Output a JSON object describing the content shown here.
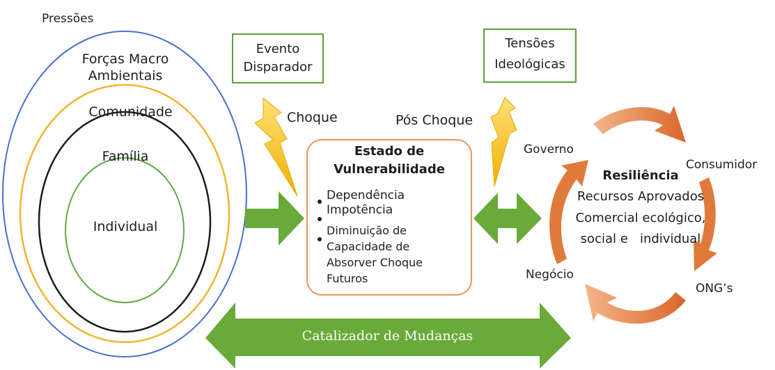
{
  "pressures": {
    "title": "Pressões",
    "macro_line1": "Forças Macro",
    "macro_line2": "Ambientais",
    "community": "Comunidade",
    "family": "Família",
    "individual": "Individual"
  },
  "trigger_event": {
    "line1": "Evento",
    "line2": "Disparador"
  },
  "ideological_tensions": {
    "line1": "Tensões",
    "line2": "Ideológicas"
  },
  "shock_label": "Choque",
  "post_shock_label": "Pós Choque",
  "vulnerability": {
    "title_line1": "Estado de",
    "title_line2": "Vulnerabilidade",
    "item1": "Dependência",
    "item2": "Impotência",
    "item3_line1": "Diminuição de",
    "item3_line2": "Capacidade de",
    "item3_line3": "Absorver Choque",
    "item3_line4": "Futuros"
  },
  "resilience": {
    "title": "Resiliência",
    "line1": "Recursos Aprovados",
    "line2": "Comercial ecológico,",
    "line3": "social e   individual",
    "government": "Governo",
    "consumer": "Consumidor",
    "business": "Negócio",
    "ngo": "ONG’s"
  },
  "catalyst_label": "Catalizador de Mudanças",
  "colors": {
    "outer_circle": "#4a6fc7",
    "macro_circle": "#f2b42f",
    "family_circle": "#1a1a1a",
    "individual_circle": "#5fa84a",
    "green_arrow": "#6aaa3a",
    "lightning": "#f5c518",
    "vuln_border": "#e8965a",
    "cycle_arrow": "#e07a3a"
  }
}
